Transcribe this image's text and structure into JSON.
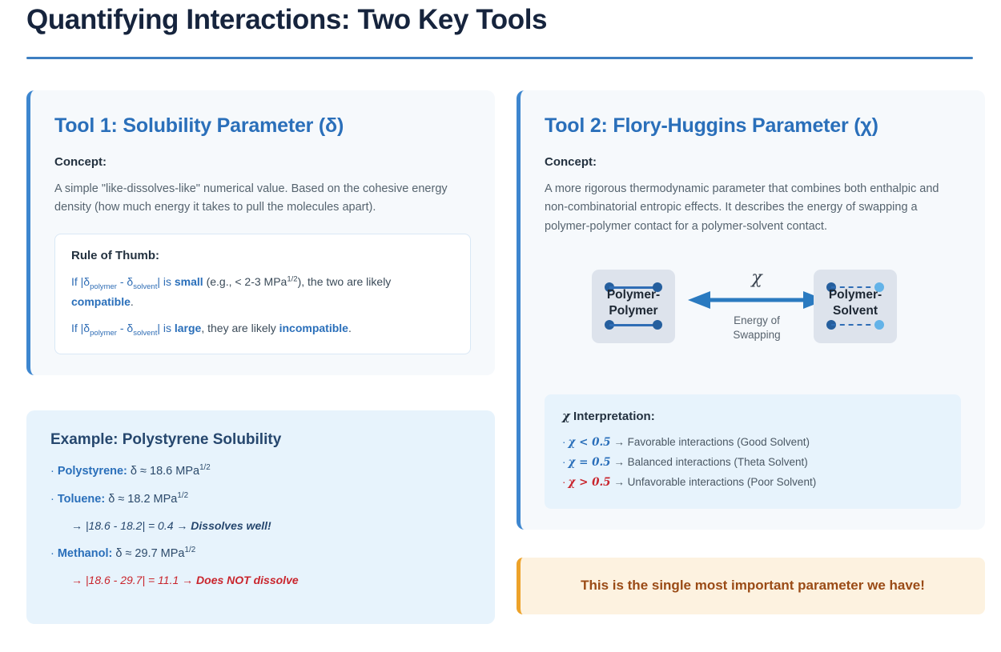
{
  "header": {
    "title": "Quantifying Interactions: Two Key Tools"
  },
  "left_column": {
    "tool_card": {
      "title": "Tool 1: Solubility Parameter (δ)",
      "concept_label": "Concept:",
      "concept_text": "A simple \"like-dissolves-like\" numerical value. Based on the cohesive energy density (how much energy it takes to pull the molecules apart).",
      "rule_box": {
        "title": "Rule of Thumb:",
        "line1": {
          "prefix": "If |δ",
          "sub1": "polymer",
          "mid": " - δ",
          "sub2": "solvent",
          "after": "| is ",
          "emphasis1": "small",
          "detail": " (e.g., < 2-3 MPa",
          "sup": "1/2",
          "detail_end": "), the two are likely ",
          "emphasis2": "compatible",
          "period": "."
        },
        "line2": {
          "prefix": "If |δ",
          "sub1": "polymer",
          "mid": " - δ",
          "sub2": "solvent",
          "after": "| is ",
          "emphasis1": "large",
          "detail": ", they are likely ",
          "emphasis2": "incompatible",
          "period": "."
        }
      }
    },
    "example_card": {
      "title": "Example: Polystyrene Solubility",
      "bullets": [
        {
          "name": "Polystyrene:",
          "value": " δ ≈ 18.6 MPa",
          "sup": "1/2"
        },
        {
          "name": "Toluene:",
          "value": " δ ≈ 18.2 MPa",
          "sup": "1/2"
        },
        {
          "name": "Methanol:",
          "value": " δ ≈ 29.7 MPa",
          "sup": "1/2"
        }
      ],
      "result_positive": "→ |18.6 - 18.2| = 0.4 → ",
      "result_positive_bold": "Dissolves well!",
      "result_negative": "→ |18.6 - 29.7| = 11.1 → ",
      "result_negative_bold": "Does NOT dissolve"
    }
  },
  "right_column": {
    "tool_card": {
      "title": "Tool 2: Flory-Huggins Parameter (χ)",
      "concept_label": "Concept:",
      "concept_text": "A more rigorous thermodynamic parameter that combines both enthalpic and non-combinatorial entropic effects. It describes the energy of swapping a polymer-polymer contact for a polymer-solvent contact.",
      "diagram": {
        "left_box_label_line1": "Polymer-",
        "left_box_label_line2": "Polymer",
        "right_box_label_line1": "Polymer-",
        "right_box_label_line2": "Solvent",
        "arrow_symbol": "χ",
        "caption_line1": "Energy of",
        "caption_line2": "Swapping"
      },
      "chi_box": {
        "title_symbol": "χ",
        "title_text": " Interpretation:",
        "items": [
          {
            "condition": "χ < 0.5",
            "result": " → Favorable interactions (Good Solvent)",
            "tone": "good"
          },
          {
            "condition": "χ = 0.5",
            "result": " → Balanced interactions (Theta Solvent)",
            "tone": "good"
          },
          {
            "condition": "χ > 0.5",
            "result": " → Unfavorable interactions (Poor Solvent)",
            "tone": "bad"
          }
        ]
      }
    },
    "callout": "This is the single most important parameter we have!"
  },
  "colors": {
    "title": "#16243d",
    "accent_blue": "#3d86cf",
    "tool_heading": "#2a6fba",
    "light_blue_bg": "#e7f3fc",
    "card_bg": "#f6f9fc",
    "node_dark": "#255f9e",
    "node_light": "#63b3e8",
    "negative_red": "#c9252d",
    "callout_text": "#9a4b16",
    "callout_bg": "#fdf2e0",
    "callout_border": "#eda229",
    "mol_box_bg": "#dde3ec"
  }
}
